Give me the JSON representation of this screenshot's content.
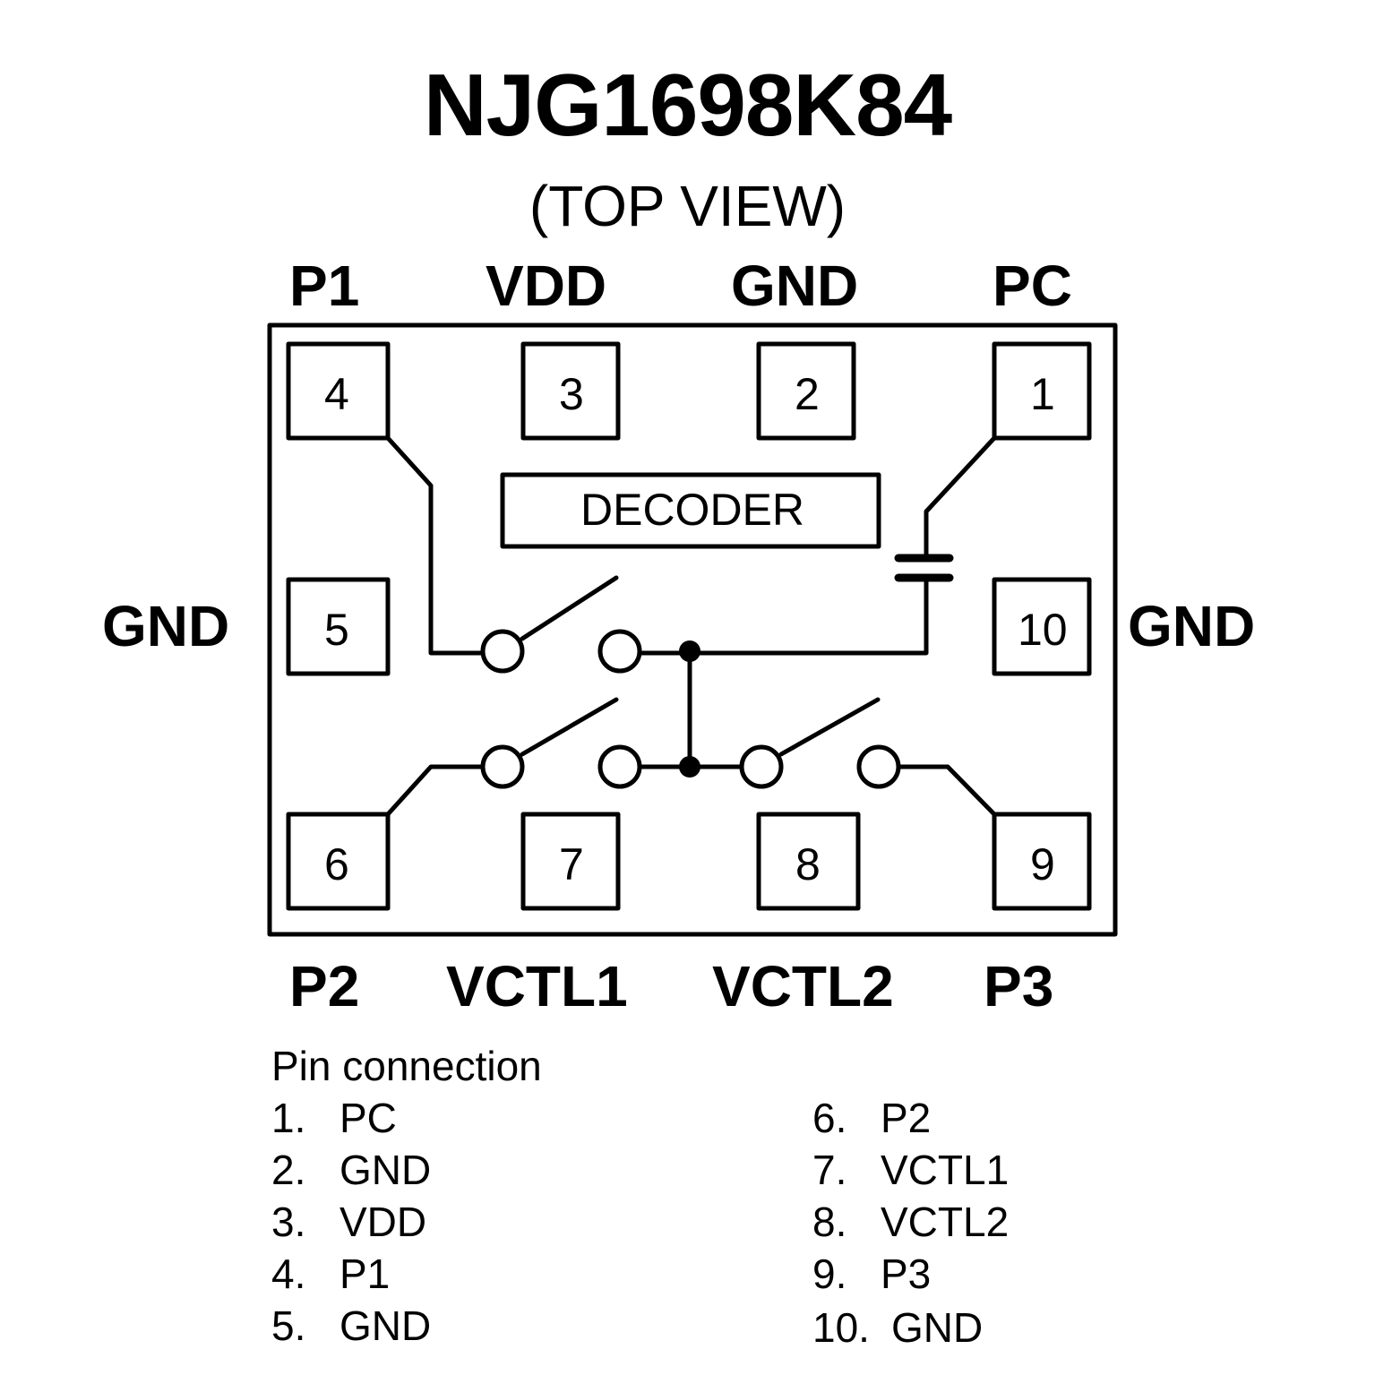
{
  "title": "NJG1698K84",
  "subtitle": "(TOP VIEW)",
  "decoder_label": "DECODER",
  "pin_labels": {
    "top": [
      "P1",
      "VDD",
      "GND",
      "PC"
    ],
    "bottom": [
      "P2",
      "VCTL1",
      "VCTL2",
      "P3"
    ],
    "left": "GND",
    "right": "GND"
  },
  "pads": {
    "top": [
      "4",
      "3",
      "2",
      "1"
    ],
    "middle_left": "5",
    "middle_right": "10",
    "bottom": [
      "6",
      "7",
      "8",
      "9"
    ]
  },
  "pin_connection": {
    "heading": "Pin connection",
    "left_column": [
      {
        "num": "1.",
        "name": "PC"
      },
      {
        "num": "2.",
        "name": "GND"
      },
      {
        "num": "3.",
        "name": "VDD"
      },
      {
        "num": "4.",
        "name": "P1"
      },
      {
        "num": "5.",
        "name": "GND"
      }
    ],
    "right_column": [
      {
        "num": "6.",
        "name": "P2"
      },
      {
        "num": "7.",
        "name": "VCTL1"
      },
      {
        "num": "8.",
        "name": "VCTL2"
      },
      {
        "num": "9.",
        "name": "P3"
      },
      {
        "num": "10.",
        "name": "GND"
      }
    ]
  }
}
